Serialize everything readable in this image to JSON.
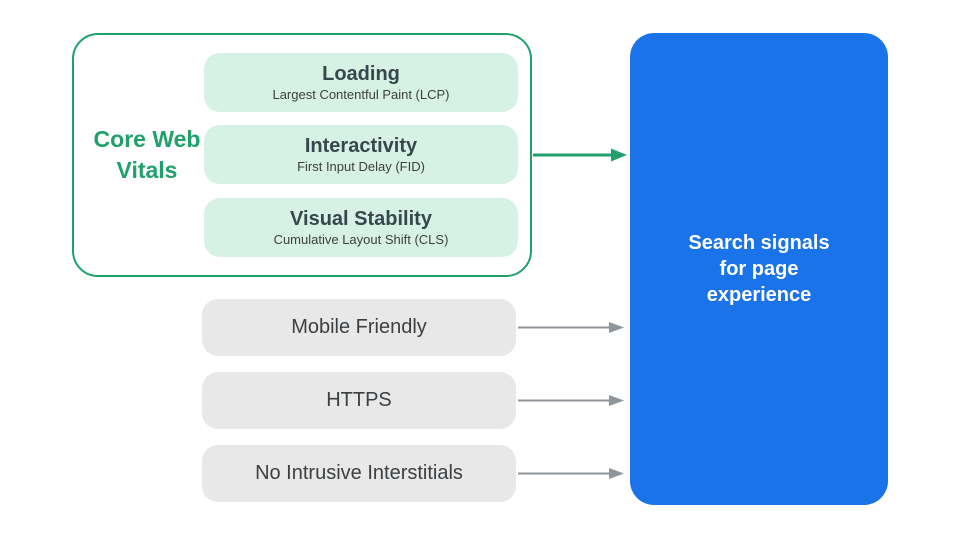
{
  "colors": {
    "green": "#21a06c",
    "mint": "#d6f2e4",
    "gray_card": "#e8e8e8",
    "blue": "#1a73e8",
    "dark_text": "#3c4043",
    "arrow_gray": "#8f959b",
    "white_text": "#ffffff"
  },
  "core_web_vitals": {
    "label": "Core Web Vitals",
    "items": [
      {
        "title": "Loading",
        "subtitle": "Largest Contentful Paint (LCP)"
      },
      {
        "title": "Interactivity",
        "subtitle": "First Input Delay (FID)"
      },
      {
        "title": "Visual Stability",
        "subtitle": "Cumulative Layout Shift (CLS)"
      }
    ]
  },
  "other_signals": [
    {
      "label": "Mobile Friendly"
    },
    {
      "label": "HTTPS"
    },
    {
      "label": "No Intrusive Interstitials"
    }
  ],
  "result": {
    "label": "Search signals for page experience"
  }
}
